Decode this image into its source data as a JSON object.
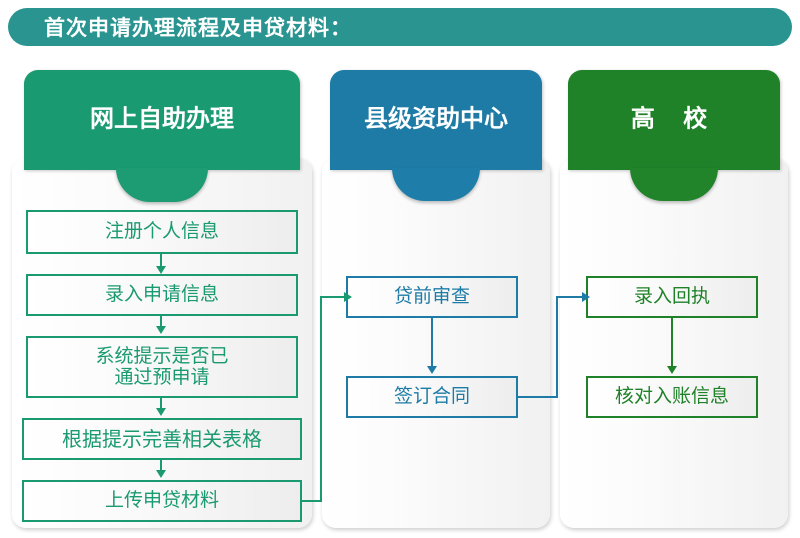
{
  "title": {
    "text": "首次申请办理流程及申贷材料：",
    "bar_color": "#2a9490",
    "text_color": "#ffffff"
  },
  "columns": [
    {
      "id": "online-self-service",
      "header": "网上自助办理",
      "accent": "#1a9a70",
      "steps": [
        {
          "id": "register-personal-info",
          "label": "注册个人信息"
        },
        {
          "id": "enter-application-info",
          "label": "录入申请信息"
        },
        {
          "id": "system-prompt-preapply",
          "label": "系统提示是否已\n通过预申请"
        },
        {
          "id": "complete-forms",
          "label": "根据提示完善相关表格"
        },
        {
          "id": "upload-materials",
          "label": "上传申贷材料"
        }
      ]
    },
    {
      "id": "county-funding-center",
      "header": "县级资助中心",
      "accent": "#1d7ba6",
      "steps": [
        {
          "id": "pre-loan-review",
          "label": "贷前审查"
        },
        {
          "id": "sign-contract",
          "label": "签订合同"
        }
      ]
    },
    {
      "id": "university",
      "header": "高 校",
      "accent": "#1f8128",
      "steps": [
        {
          "id": "enter-receipt",
          "label": "录入回执"
        },
        {
          "id": "verify-deposit-info",
          "label": "核对入账信息"
        }
      ]
    }
  ],
  "connectors": [
    {
      "id": "c1-step1-to-step2",
      "color": "#1a9a70"
    },
    {
      "id": "c1-step2-to-step3",
      "color": "#1a9a70"
    },
    {
      "id": "c1-step3-to-step4",
      "color": "#1a9a70"
    },
    {
      "id": "c1-step4-to-step5",
      "color": "#1a9a70"
    },
    {
      "id": "c1-to-c2",
      "color": "#1a9a70"
    },
    {
      "id": "c2-step1-to-step2",
      "color": "#1d7ba6"
    },
    {
      "id": "c2-to-c3",
      "color": "#1d7ba6"
    },
    {
      "id": "c3-step1-to-step2",
      "color": "#1f8128"
    }
  ]
}
